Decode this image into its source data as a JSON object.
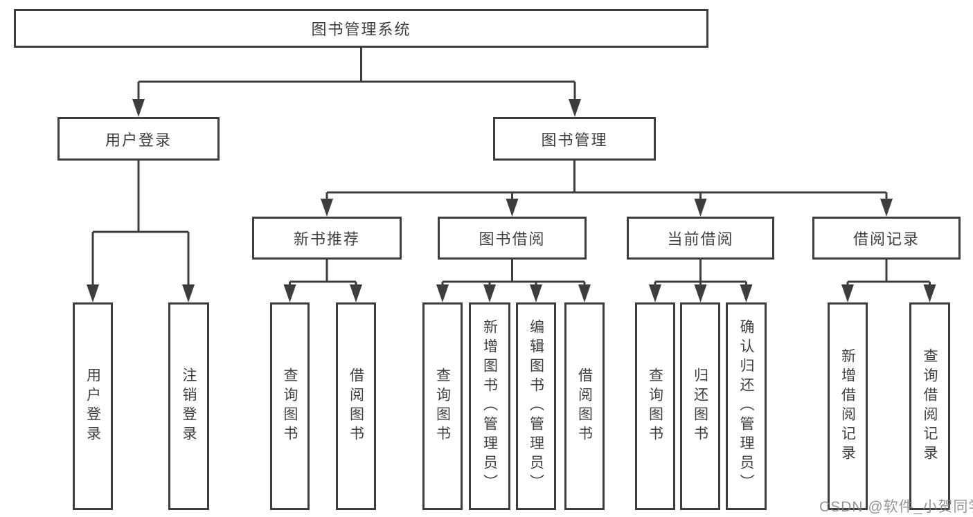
{
  "diagram": {
    "root": {
      "label": "图书管理系统"
    },
    "level2": [
      {
        "label": "用户登录",
        "children": [
          {
            "label": "用户登录"
          },
          {
            "label": "注销登录"
          }
        ]
      },
      {
        "label": "图书管理",
        "children": [
          {
            "label": "新书推荐",
            "children": [
              {
                "label": "查询图书"
              },
              {
                "label": "借阅图书"
              }
            ]
          },
          {
            "label": "图书借阅",
            "children": [
              {
                "label": "查询图书"
              },
              {
                "label": "新增图书（管理员）"
              },
              {
                "label": "编辑图书（管理员）"
              },
              {
                "label": "借阅图书"
              }
            ]
          },
          {
            "label": "当前借阅",
            "children": [
              {
                "label": "查询图书"
              },
              {
                "label": "归还图书"
              },
              {
                "label": "确认归还（管理员）"
              }
            ]
          },
          {
            "label": "借阅记录",
            "children": [
              {
                "label": "新增借阅记录"
              },
              {
                "label": "查询借阅记录"
              }
            ]
          }
        ]
      }
    ]
  },
  "watermark": {
    "text": "CSDN @软件_小贺同学"
  },
  "colors": {
    "line": "#3d3d3d",
    "text": "#3f3f3f",
    "watermark": "#828282",
    "background": "#ffffff"
  }
}
